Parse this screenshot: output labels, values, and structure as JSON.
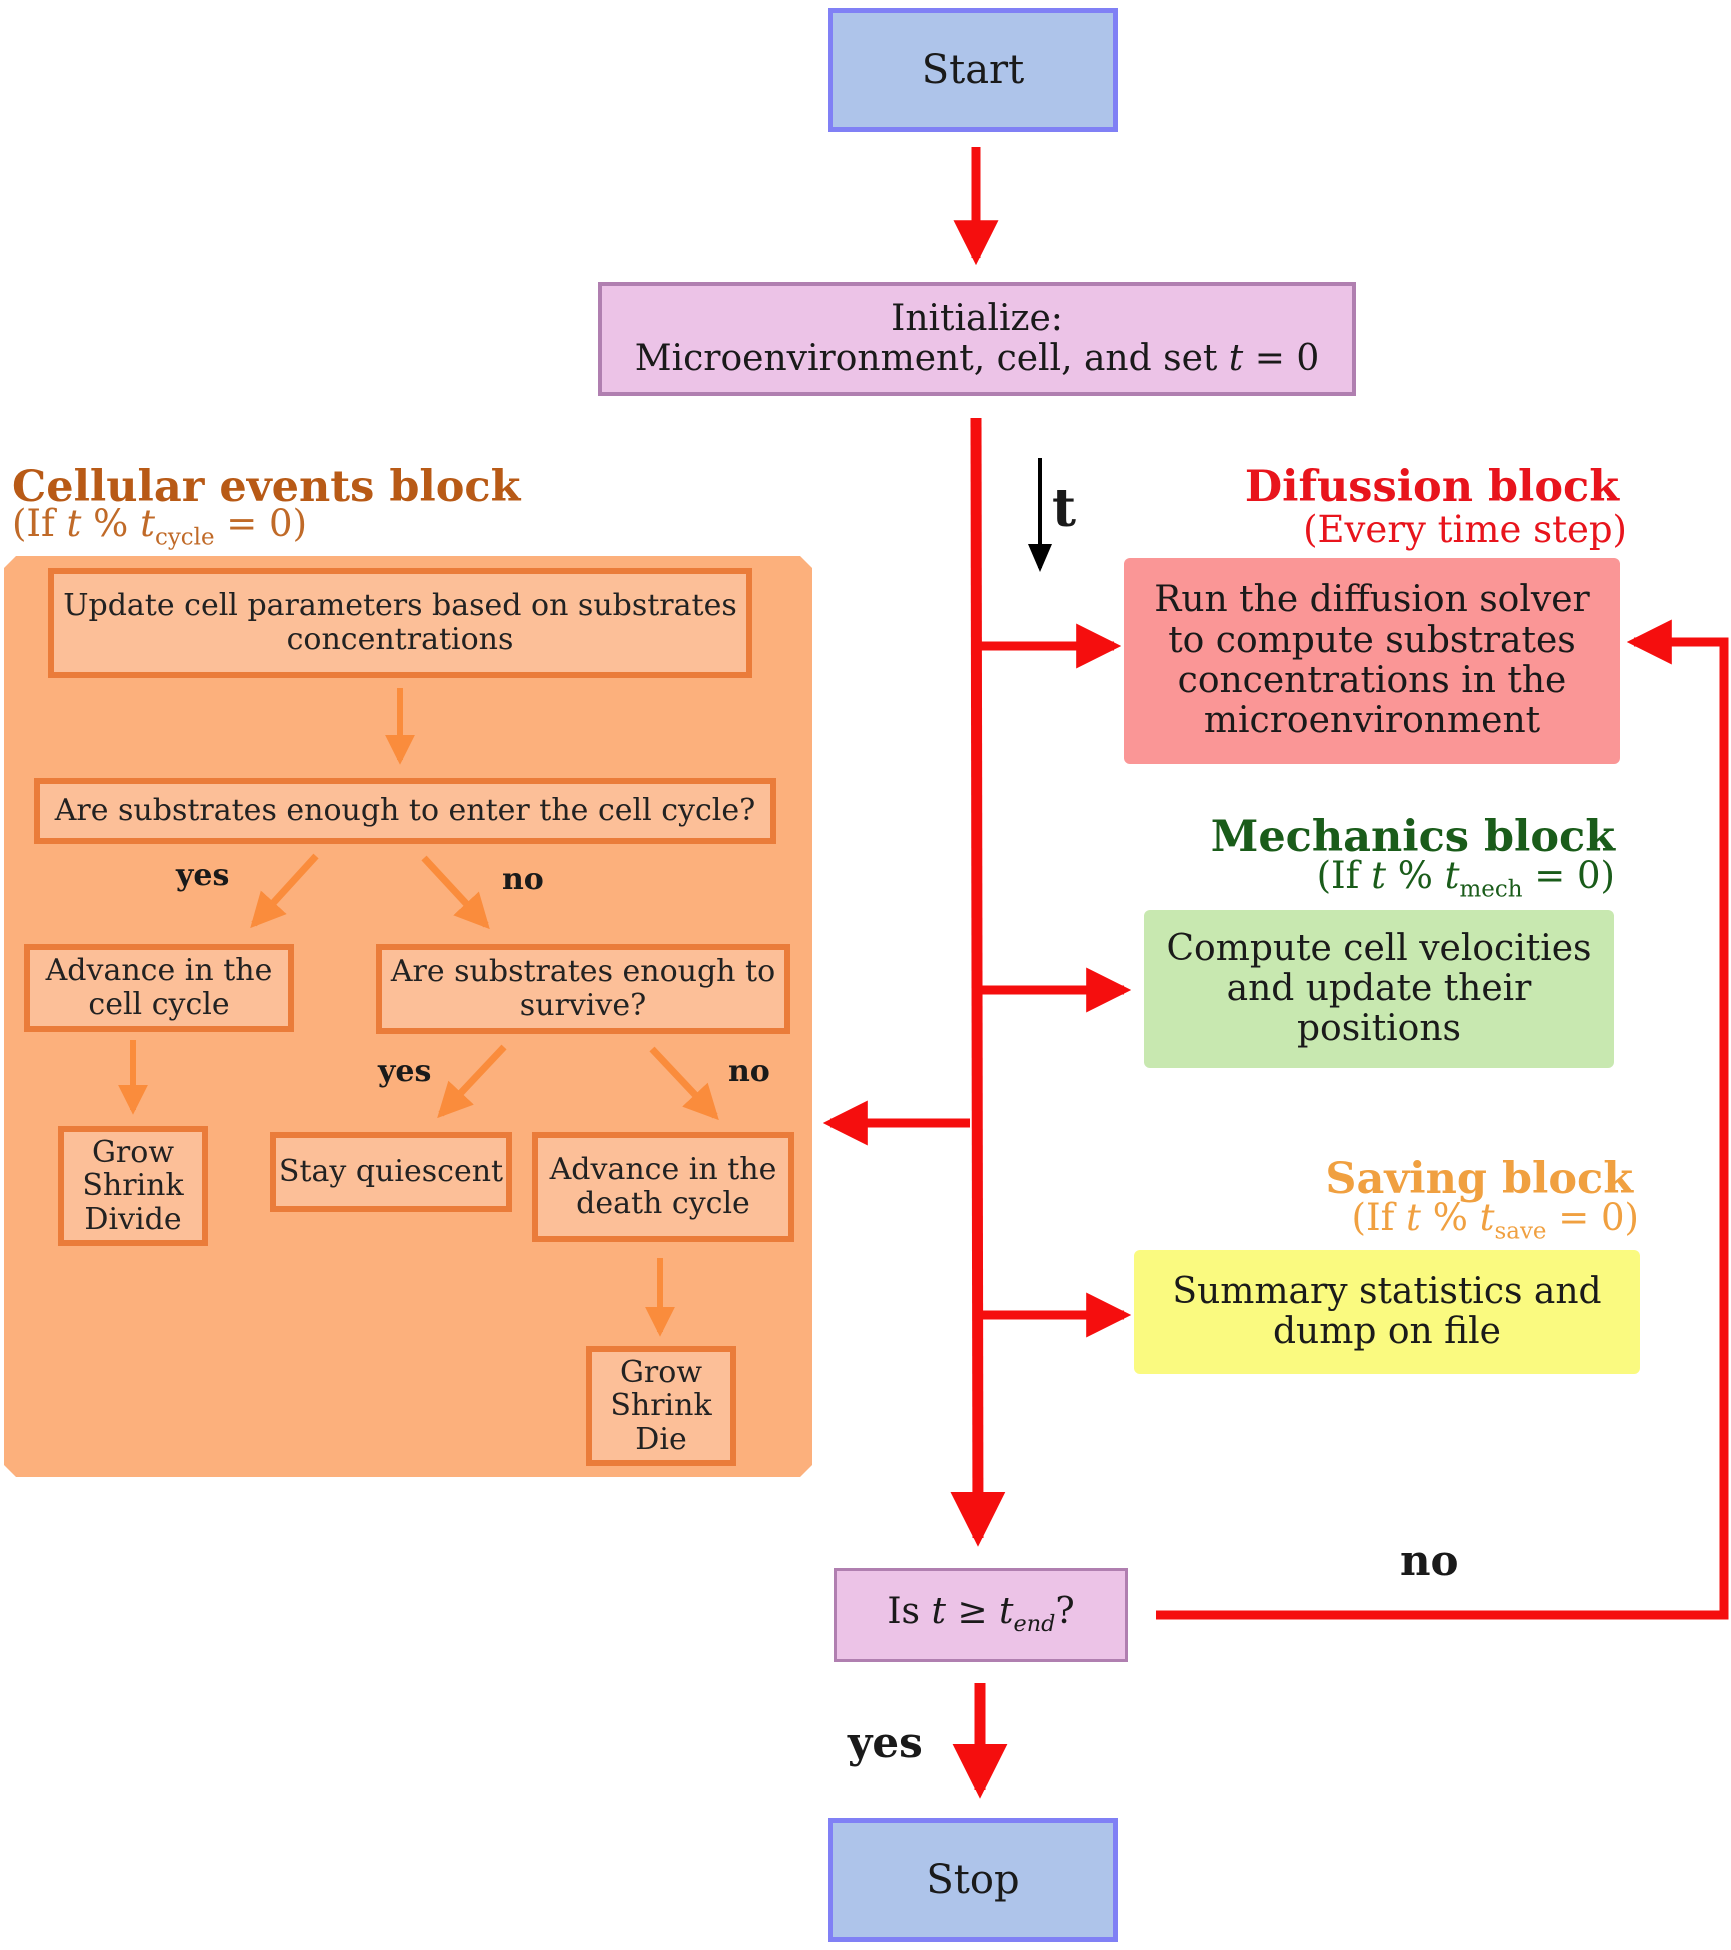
{
  "start": {
    "label": "Start"
  },
  "init": {
    "line1": "Initialize:",
    "line2": "Microenvironment, cell, and set",
    "var": "t",
    "tail": "= 0"
  },
  "time_label": "t",
  "cellular": {
    "title": "Cellular events block",
    "cond_pre": "(If",
    "cond_var": "t",
    "cond_mid": "%",
    "cond_var2": "t",
    "cond_sub": "cycle",
    "cond_post": "= 0)",
    "nodes": {
      "update": [
        "Update cell parameters based on substrates",
        "concentrations"
      ],
      "enough_cycle": "Are substrates enough to enter the cell cycle?",
      "advance_cycle": [
        "Advance in the",
        "cell cycle"
      ],
      "enough_survive": [
        "Are substrates enough to",
        "survive?"
      ],
      "grow_divide": [
        "Grow",
        "Shrink",
        "Divide"
      ],
      "quiescent": "Stay quiescent",
      "advance_death": [
        "Advance in the",
        "death cycle"
      ],
      "grow_die": [
        "Grow",
        "Shrink",
        "Die"
      ]
    },
    "labels": {
      "yes1": "yes",
      "no1": "no",
      "yes2": "yes",
      "no2": "no"
    }
  },
  "diffusion": {
    "title": "Difussion block",
    "cond": "(Every time step)",
    "lines": [
      "Run the diffusion solver",
      "to compute substrates",
      "concentrations in the",
      "microenvironment"
    ]
  },
  "mechanics": {
    "title": "Mechanics block",
    "cond_pre": "(If",
    "cond_var": "t",
    "cond_mid": "%",
    "cond_var2": "t",
    "cond_sub": "mech",
    "cond_post": "= 0)",
    "lines": [
      "Compute cell velocities",
      "and update their",
      "positions"
    ]
  },
  "saving": {
    "title": "Saving block",
    "cond_pre": "(If",
    "cond_var": "t",
    "cond_mid": "%",
    "cond_var2": "t",
    "cond_sub": "save",
    "cond_post": "= 0)",
    "lines": [
      "Summary statistics and",
      "dump on file"
    ]
  },
  "decision": {
    "pre": "Is",
    "var": "t",
    "op": "≥",
    "var2": "t",
    "sub": "end",
    "post": "?"
  },
  "no_label": "no",
  "yes_label": "yes",
  "stop": {
    "label": "Stop"
  },
  "colors": {
    "terminal_fill": "#aec4ea",
    "terminal_border": "#8080f5",
    "process_fill": "#ecc3e7",
    "process_border": "#b07fb0",
    "flow_red": "#f50e0e",
    "orange_panel": "#fcb07c",
    "orange_border": "#ea7c3a",
    "orange_arrow": "#fa8c3c",
    "cellular_title": "#b85a16",
    "cellular_cond": "#c06a28",
    "diffusion_title": "#e8141c",
    "diffusion_fill": "#fa9696",
    "mechanics_title": "#1a5c1a",
    "mechanics_fill": "#c8e8b0",
    "saving_title": "#f0a040",
    "saving_fill": "#fafa80"
  }
}
